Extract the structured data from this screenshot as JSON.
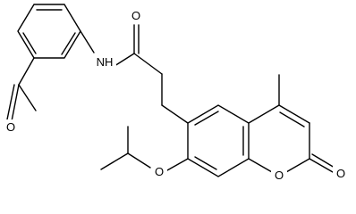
{
  "atoms": {
    "amide_oxygen": "O",
    "amide_nh": "NH",
    "ketone_oxygen": "O",
    "ether_oxygen": "O",
    "ring_oxygen": "O",
    "lactone_oxygen": "O"
  },
  "colors": {
    "bond": "#000000",
    "label": "#000000",
    "background": "#ffffff"
  }
}
